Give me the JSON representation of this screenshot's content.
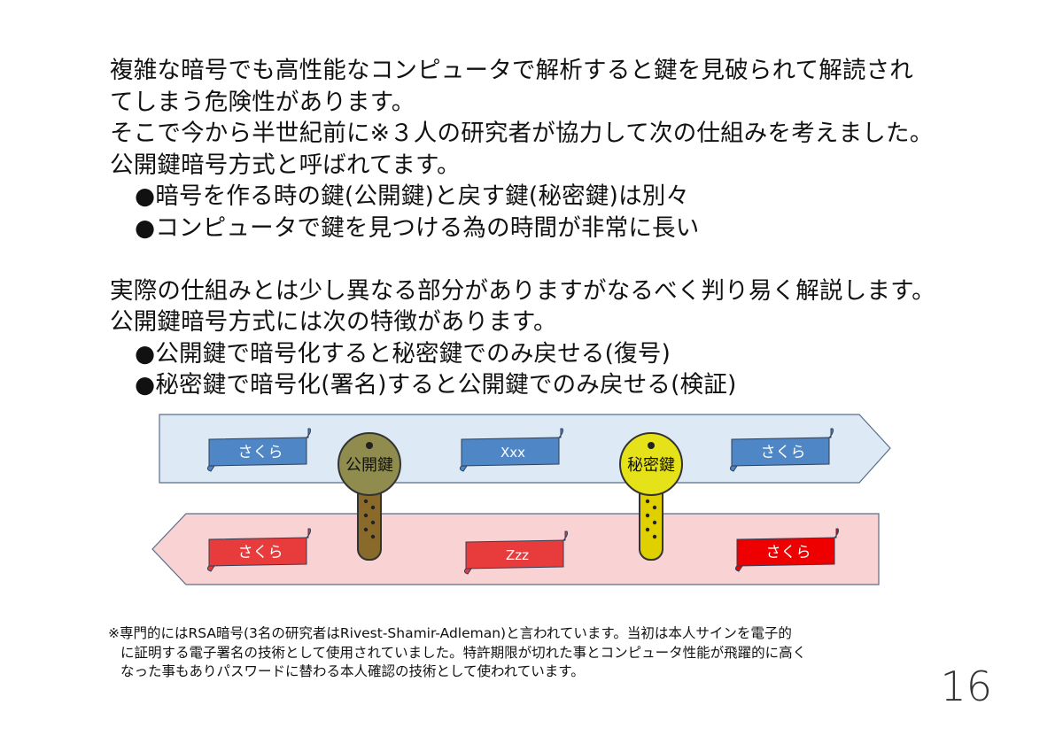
{
  "paragraphs": {
    "p1_line1": "複雑な暗号でも高性能なコンピュータで解析すると鍵を見破られて解読され",
    "p1_line2": "てしまう危険性があります。",
    "p2_line1": "そこで今から半世紀前に※３人の研究者が協力して次の仕組みを考えました。",
    "p2_line2": "公開鍵暗号方式と呼ばれてます。",
    "bullet1": "●暗号を作る時の鍵(公開鍵)と戻す鍵(秘密鍵)は別々",
    "bullet2": "●コンピュータで鍵を見つける為の時間が非常に長い",
    "p3_line1": "実際の仕組みとは少し異なる部分がありますがなるべく判り易く解説します。",
    "p3_line2": "公開鍵暗号方式には次の特徴があります。",
    "bullet3": "●公開鍵で暗号化すると秘密鍵でのみ戻せる(復号)",
    "bullet4": "●秘密鍵で暗号化(署名)すると公開鍵でのみ戻せる(検証)"
  },
  "diagram": {
    "top_arrow": {
      "fill": "#dde9f5",
      "scrolls": [
        {
          "label": "さくら",
          "color": "#4e86c6"
        },
        {
          "label": "Xxx",
          "color": "#4e86c6"
        },
        {
          "label": "さくら",
          "color": "#4e86c6"
        }
      ]
    },
    "bottom_arrow": {
      "fill": "#f9d3d3",
      "scrolls": [
        {
          "label": "さくら",
          "color": "#e83c3c"
        },
        {
          "label": "Zzz",
          "color": "#e83c3c"
        },
        {
          "label": "さくら",
          "color": "#ee0000"
        }
      ]
    },
    "public_key": {
      "label": "公開鍵",
      "color": "#8f8c4e",
      "shaft_color": "#8a6a2a"
    },
    "private_key": {
      "label": "秘密鍵",
      "color": "#e6e21a",
      "shaft_color": "#e0d000"
    }
  },
  "footnote": {
    "line1": "※専門的にはRSA暗号(3名の研究者はRivest-Shamir-Adleman)と言われています。当初は本人サインを電子的",
    "line2": "に証明する電子署名の技術として使用されていました。特許期限が切れた事とコンピュータ性能が飛躍的に高く",
    "line3": "なった事もありパスワードに替わる本人確認の技術として使われています。"
  },
  "page_number": "16"
}
